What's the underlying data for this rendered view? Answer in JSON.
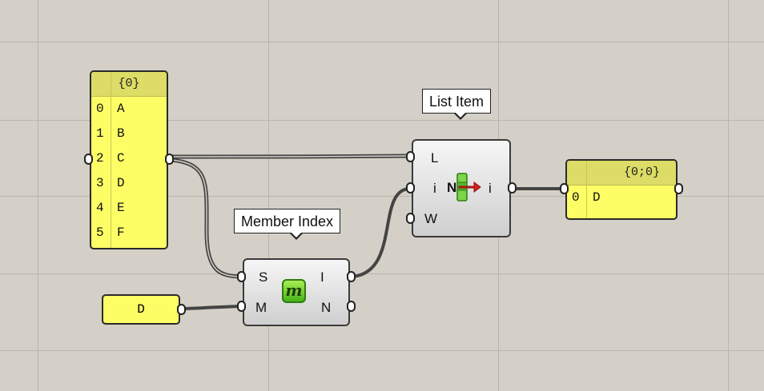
{
  "panel_letters": {
    "header": "{0}",
    "rows": [
      {
        "index": "0",
        "value": "A"
      },
      {
        "index": "1",
        "value": "B"
      },
      {
        "index": "2",
        "value": "C"
      },
      {
        "index": "3",
        "value": "D"
      },
      {
        "index": "4",
        "value": "E"
      },
      {
        "index": "5",
        "value": "F"
      }
    ]
  },
  "param_d": {
    "value": "D"
  },
  "member_index": {
    "tooltip": "Member Index",
    "inputs": [
      "S",
      "M"
    ],
    "outputs": [
      "I",
      "N"
    ],
    "icon": "member-index-icon"
  },
  "list_item": {
    "tooltip": "List Item",
    "inputs": [
      "L",
      "i",
      "W"
    ],
    "outputs": [
      "i"
    ],
    "icon_label": "N",
    "icon": "list-item-icon"
  },
  "panel_result": {
    "header": "{0;0}",
    "rows": [
      {
        "index": "0",
        "value": "D"
      }
    ]
  },
  "colors": {
    "canvas": "#d4d0c8",
    "panel": "#fdfd66",
    "wire": "#555555"
  }
}
